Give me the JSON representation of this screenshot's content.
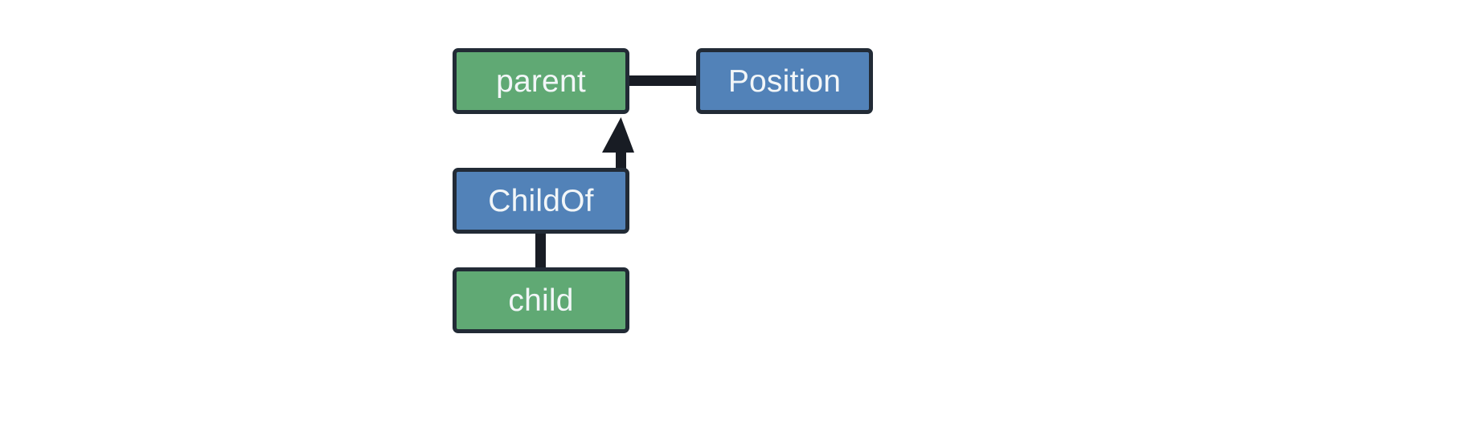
{
  "diagram": {
    "title": "parent-child entity relationship diagram",
    "background_color": "#ffffff",
    "border_color": "#222b36",
    "edge_color": "#181c24",
    "text_color": "#f2f6f8",
    "entity_color": "#60a974",
    "relation_color": "#5282b8",
    "nodes": [
      {
        "id": "parent",
        "label": "parent",
        "kind": "entity",
        "color": "#60a974"
      },
      {
        "id": "position",
        "label": "Position",
        "kind": "relation",
        "color": "#5282b8"
      },
      {
        "id": "childof",
        "label": "ChildOf",
        "kind": "relation",
        "color": "#5282b8"
      },
      {
        "id": "child",
        "label": "child",
        "kind": "entity",
        "color": "#60a974"
      }
    ],
    "edges": [
      {
        "id": "parent-to-position",
        "from": "parent",
        "to": "position",
        "direction": "right",
        "arrowhead": true
      },
      {
        "id": "childof-to-parent",
        "from": "childof",
        "to": "parent",
        "direction": "up",
        "arrowhead": true
      },
      {
        "id": "child-to-childof",
        "from": "child",
        "to": "childof",
        "direction": "up",
        "arrowhead": false
      }
    ]
  }
}
